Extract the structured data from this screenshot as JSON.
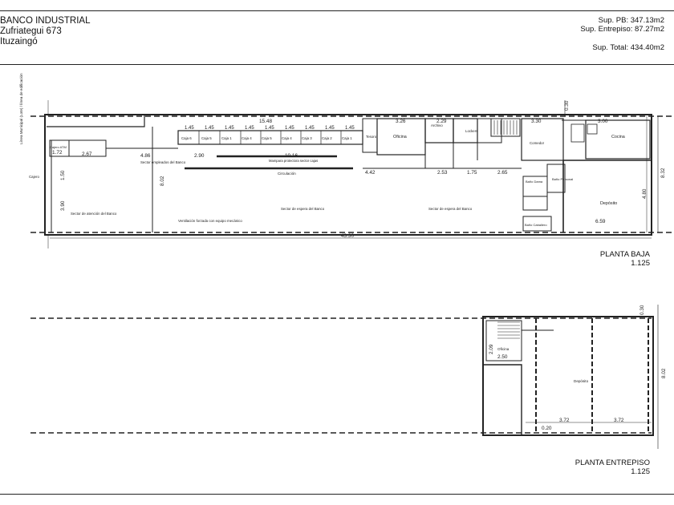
{
  "title_block": {
    "name": "BANCO INDUSTRIAL",
    "address": "Zufriategui 673",
    "city": "Ituzaingó",
    "sup_pb": "Sup. PB: 347.13m2",
    "sup_entrepiso": "Sup. Entrepiso: 87.27m2",
    "sup_total": "Sup. Total: 434.40m2"
  },
  "planta_baja": {
    "title": "PLANTA BAJA",
    "scale": "1.125",
    "dims": {
      "total_length": "43.30",
      "right_height": "8.32",
      "left_height_a": "3.90",
      "left_height_b": "1.50",
      "d_172": "1.72",
      "d_267": "2.67",
      "d_486": "4.86",
      "d_290": "2.90",
      "d_1016": "10.16",
      "d_1548": "15.48",
      "d_145": "1.45",
      "d_802": "8.02",
      "d_442": "4.42",
      "d_253": "2.53",
      "d_175": "1.75",
      "d_265": "2.65",
      "d_326": "3.26",
      "d_229": "2.29",
      "d_330": "3.30",
      "d_300": "3.00",
      "d_480": "4.80",
      "d_659": "6.59",
      "d_030": "0.30"
    },
    "rooms": {
      "cajas": [
        "Caja 6",
        "Caja 5",
        "Caja 1",
        "Caja 4",
        "Caja 5",
        "Caja 4",
        "Caja 3",
        "Caja 2",
        "Caja 1"
      ],
      "sector_atencion": "Sector de atención del Banco",
      "sector_empleados": "Sector empleados del Banco",
      "mampara": "Mampara protectora sector cajas",
      "circulacion": "Circulación",
      "sector_espera_1": "Sector de espera del Banco",
      "sector_espera_2": "Sector de espera del Banco",
      "ventilacion": "Ventilación forzada con equipo mecánico",
      "oficina": "Oficina",
      "archivo": "Archivo",
      "cocina": "Cocina",
      "deposito": "Depósito",
      "bano_personal": "Baño Personal",
      "bano_dama": "Baño Dama",
      "bano_cab": "Baño Caballero",
      "comedor": "Comedor",
      "tesoro": "Tesoro",
      "lockers": "Lockers",
      "cajero": "Cajero",
      "cajero_atm": "Cajero ATM"
    },
    "side_note": "Línea Municipal (Lote) / línea de edificación"
  },
  "planta_entrepiso": {
    "title": "PLANTA ENTREPISO",
    "scale": "1.125",
    "dims": {
      "d_372a": "3.72",
      "d_372b": "3.72",
      "d_250": "2.50",
      "d_802": "8.02",
      "d_030": "0.30",
      "d_020": "0.20",
      "d_209": "2.09"
    },
    "rooms": {
      "oficina": "Oficina",
      "deposito": "Depósito"
    }
  }
}
